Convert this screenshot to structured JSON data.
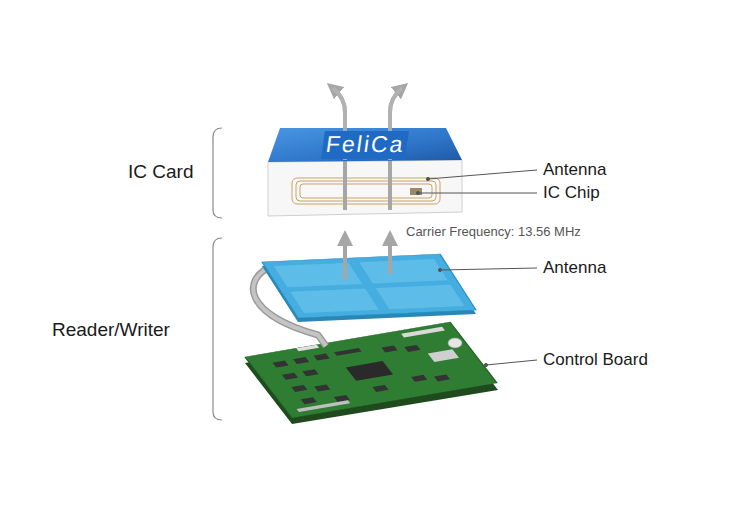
{
  "diagram": {
    "labels": [
      "IC Card",
      "Reader/Writer",
      "FeliCa",
      "Antenna",
      "IC Chip",
      "Carrier Frequency: 13.56 MHz",
      "Antenna",
      "Control Board"
    ]
  }
}
